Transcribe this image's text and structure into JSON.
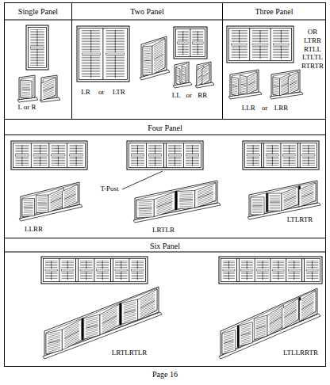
{
  "diagram": {
    "nodes": [
      {
        "text": [
          "Single Panel",
          "L or R"
        ]
      },
      {
        "text": [
          "Two Panel",
          "LR or LTR",
          "LL or RR"
        ]
      },
      {
        "text": [
          "Three Panel",
          "OR LTRR RTLL LTLTL RTRTR",
          "LLR or LRR"
        ]
      },
      {
        "text": [
          "Four Panel",
          "LLRR",
          "T-Post",
          "LRTLR",
          "LTLRTR"
        ]
      },
      {
        "text": [
          "Six Panel",
          "LRTLRTLR",
          "LTLLRRTR"
        ]
      }
    ],
    "labels": [
      "Page 16"
    ]
  }
}
